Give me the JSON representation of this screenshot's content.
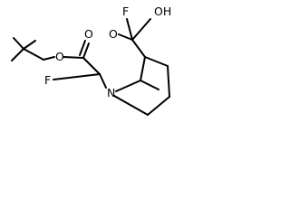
{
  "molecule": {
    "atoms": {
      "fluorine_top": "F",
      "hydroxyl": "OH",
      "ester_oxygen": "O",
      "carbonyl_oxygen": "O",
      "acid_carbonyl_oxygen": "O",
      "nitrogen": "N",
      "fluorine_bottom": "F"
    }
  },
  "colors": {
    "ink": "#000000",
    "background": "#ffffff"
  }
}
